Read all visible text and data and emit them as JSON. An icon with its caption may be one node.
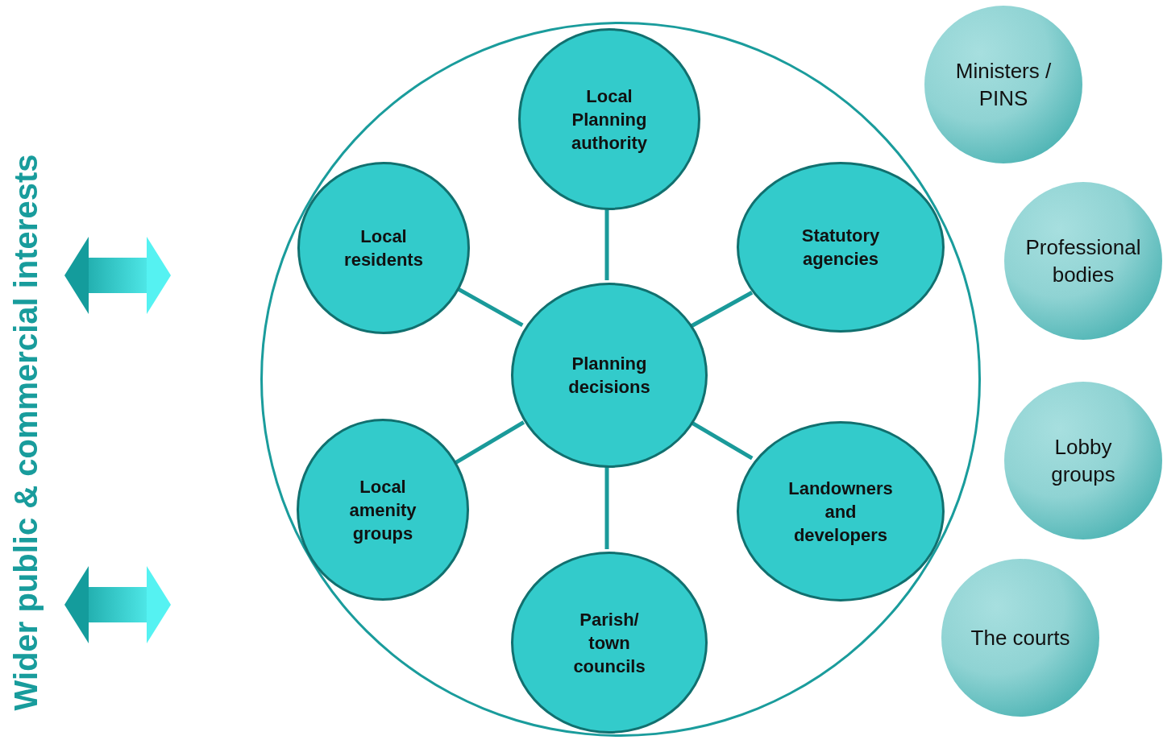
{
  "diagram": {
    "nodes": [
      {
        "text": [],
        "shape": "circle"
      },
      {
        "text": [
          "Local Planning authority"
        ],
        "in": 0
      },
      {
        "text": [
          "Local residents"
        ],
        "in": 0
      },
      {
        "text": [
          "Statutory agencies"
        ],
        "in": 0
      },
      {
        "text": [
          "Planning decisions"
        ],
        "in": 0
      },
      {
        "text": [
          "Local amenity groups"
        ],
        "in": 0
      },
      {
        "text": [
          "Landowners and developers"
        ],
        "in": 0
      },
      {
        "text": [
          "Parish/ town councils"
        ],
        "in": 0
      },
      {
        "text": [
          "Ministers / PINS"
        ]
      },
      {
        "text": [
          "Professional bodies"
        ]
      },
      {
        "text": [
          "Lobby groups"
        ]
      },
      {
        "text": [
          "The courts"
        ]
      },
      {
        "text": [
          "Wider public & commercial interests"
        ]
      }
    ],
    "edges": [
      {
        "from": 4,
        "to": 1,
        "arrow": "none"
      },
      {
        "from": 4,
        "to": 2,
        "arrow": "none"
      },
      {
        "from": 4,
        "to": 3,
        "arrow": "none"
      },
      {
        "from": 4,
        "to": 5,
        "arrow": "none"
      },
      {
        "from": 4,
        "to": 6,
        "arrow": "none"
      },
      {
        "from": 4,
        "to": 7,
        "arrow": "none"
      },
      {
        "from": 12,
        "to": 0,
        "arrow": "both",
        "style": "thick"
      },
      {
        "from": 12,
        "to": 0,
        "arrow": "both",
        "style": "thick"
      }
    ]
  }
}
